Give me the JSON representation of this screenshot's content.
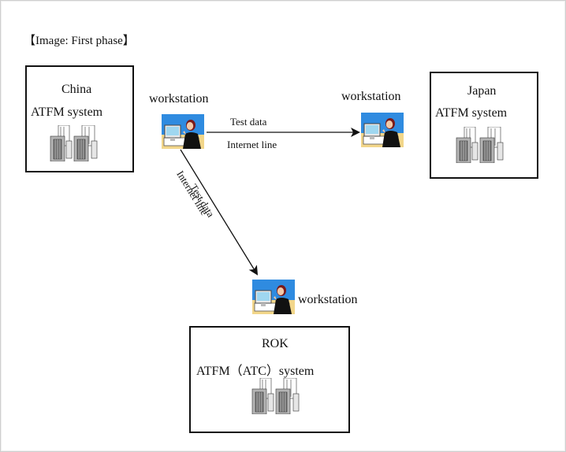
{
  "caption": "【Image: First phase】",
  "systems": {
    "china": {
      "name": "China",
      "system": "ATFM system"
    },
    "japan": {
      "name": "Japan",
      "system": "ATFM system"
    },
    "rok": {
      "name": "ROK",
      "system": "ATFM（ATC）system"
    }
  },
  "workstation_label": "workstation",
  "links": {
    "to_japan": {
      "top": "Test data",
      "bottom": "Internet line"
    },
    "to_rok": {
      "top": "Test data",
      "bottom": "Internet line"
    }
  },
  "icons": {
    "workstation": "person-at-computer-icon",
    "server": "server-rack-icon"
  },
  "colors": {
    "sky": "#2f8be0",
    "border": "#111111"
  }
}
